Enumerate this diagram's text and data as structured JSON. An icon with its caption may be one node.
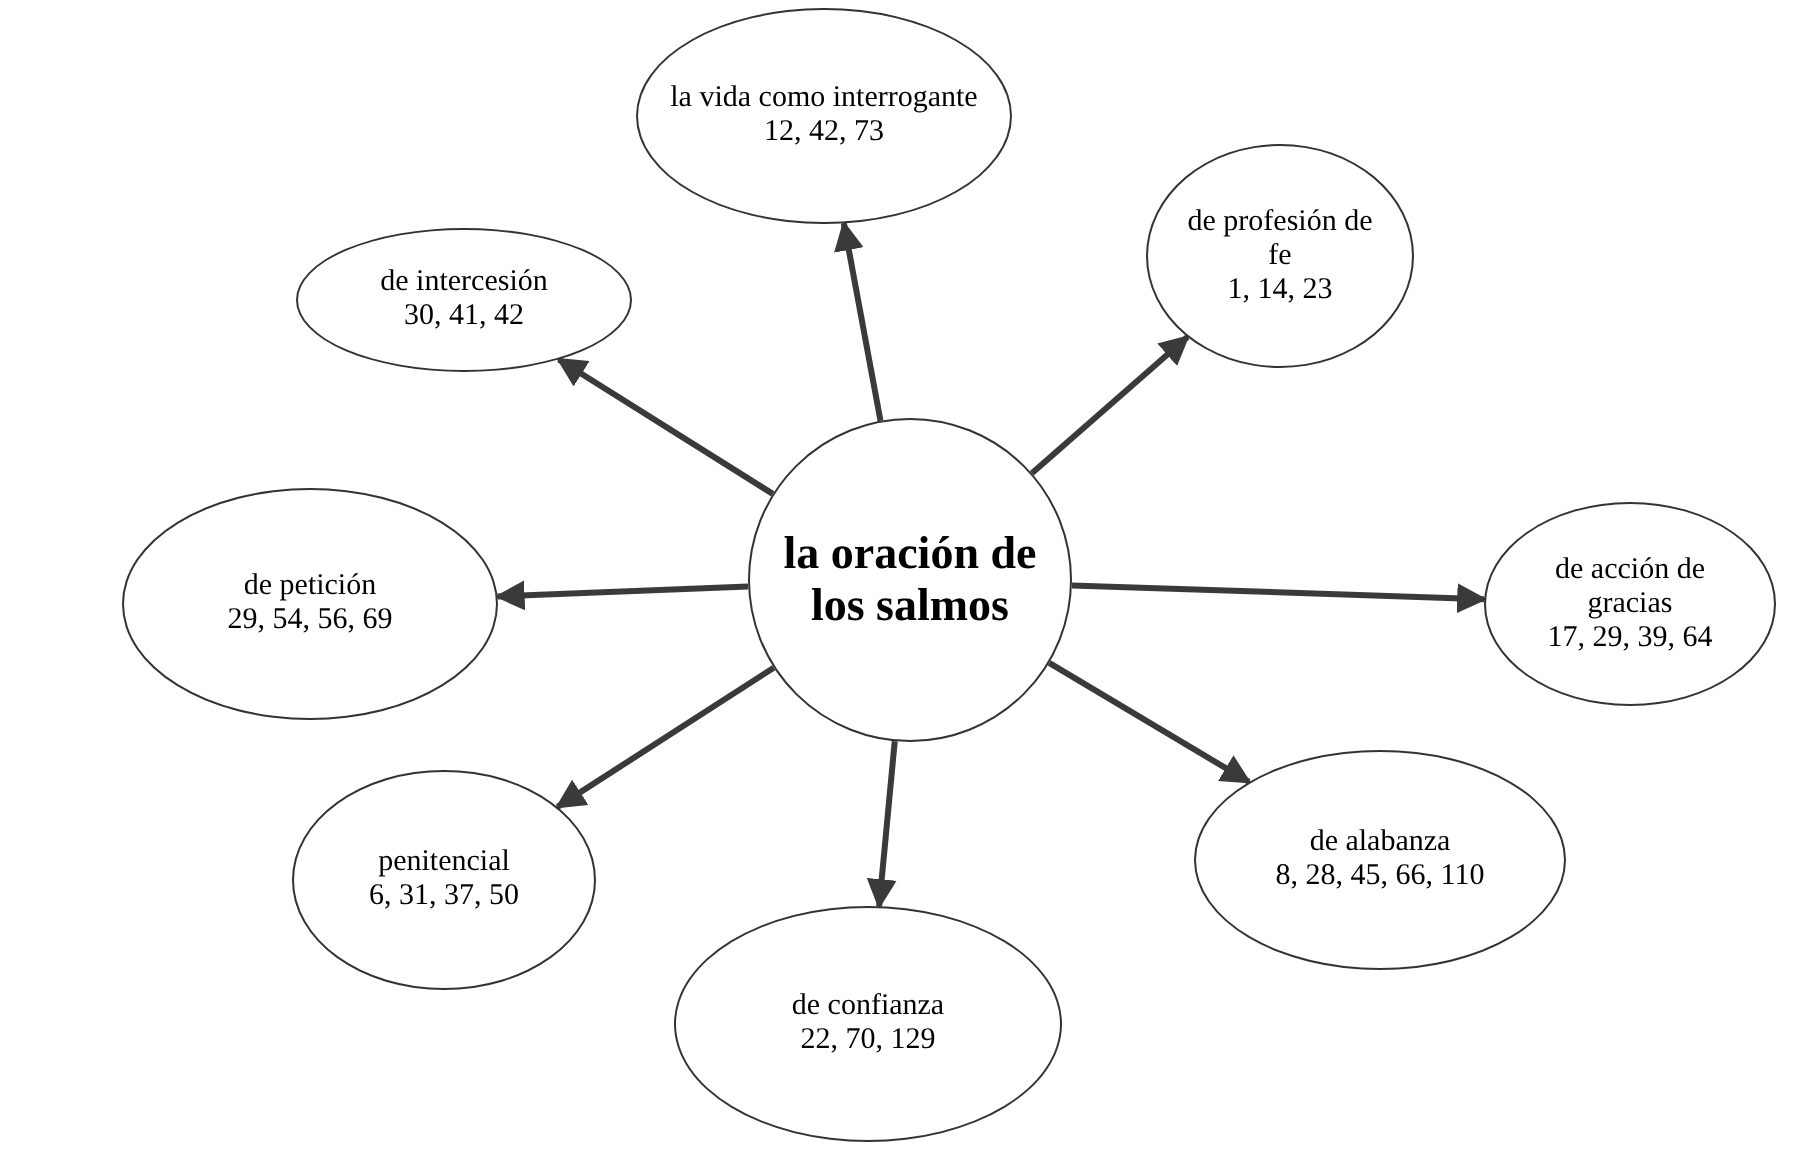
{
  "diagram": {
    "nodes": [
      {
        "text": [
          "la oración de los salmos"
        ]
      },
      {
        "text": [
          "la vida como interrogante",
          "12, 42, 73"
        ]
      },
      {
        "text": [
          "de profesión de fe",
          "1, 14, 23"
        ]
      },
      {
        "text": [
          "de intercesión",
          "30, 41, 42"
        ]
      },
      {
        "text": [
          "de acción de gracias",
          "17, 29, 39, 64"
        ]
      },
      {
        "text": [
          "de petición",
          "29, 54, 56, 69"
        ]
      },
      {
        "text": [
          "penitencial",
          "6, 31, 37, 50"
        ]
      },
      {
        "text": [
          "de confianza",
          "22, 70, 129"
        ]
      },
      {
        "text": [
          "de alabanza",
          "8, 28, 45, 66, 110"
        ]
      }
    ],
    "edges": [
      {
        "from": 0,
        "to": 1,
        "arrow": "to"
      },
      {
        "from": 0,
        "to": 2,
        "arrow": "to"
      },
      {
        "from": 0,
        "to": 3,
        "arrow": "to"
      },
      {
        "from": 0,
        "to": 4,
        "arrow": "to"
      },
      {
        "from": 0,
        "to": 5,
        "arrow": "to"
      },
      {
        "from": 0,
        "to": 6,
        "arrow": "to"
      },
      {
        "from": 0,
        "to": 7,
        "arrow": "to"
      },
      {
        "from": 0,
        "to": 8,
        "arrow": "to"
      }
    ]
  }
}
